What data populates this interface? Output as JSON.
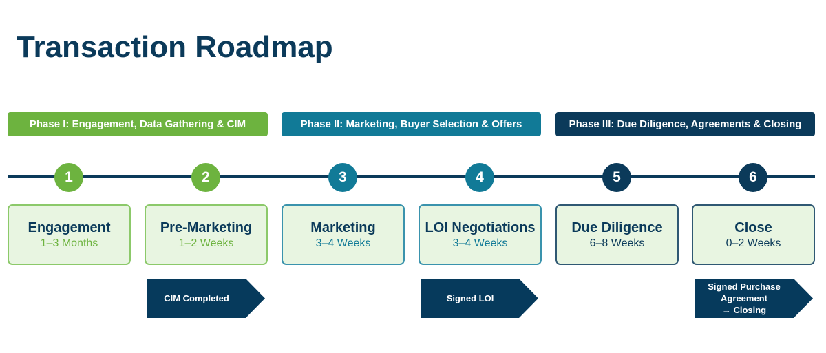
{
  "title": "Transaction Roadmap",
  "colors": {
    "green": "#6db33f",
    "teal": "#117a97",
    "navy": "#0b3a5a"
  },
  "phases": [
    {
      "label": "Phase I: Engagement, Data Gathering & CIM"
    },
    {
      "label": "Phase II: Marketing, Buyer Selection & Offers"
    },
    {
      "label": "Phase III: Due Diligence, Agreements & Closing"
    }
  ],
  "steps": [
    {
      "num": "1",
      "name": "Engagement",
      "duration": "1–3 Months"
    },
    {
      "num": "2",
      "name": "Pre-Marketing",
      "duration": "1–2 Weeks"
    },
    {
      "num": "3",
      "name": "Marketing",
      "duration": "3–4 Weeks"
    },
    {
      "num": "4",
      "name": "LOI Negotiations",
      "duration": "3–4 Weeks"
    },
    {
      "num": "5",
      "name": "Due Diligence",
      "duration": "6–8 Weeks"
    },
    {
      "num": "6",
      "name": "Close",
      "duration": "0–2 Weeks"
    }
  ],
  "milestones": [
    {
      "label": "CIM Completed"
    },
    {
      "label": "Signed LOI"
    },
    {
      "line1": "Signed Purchase",
      "line2": "Agreement",
      "line3": "→ Closing"
    }
  ]
}
